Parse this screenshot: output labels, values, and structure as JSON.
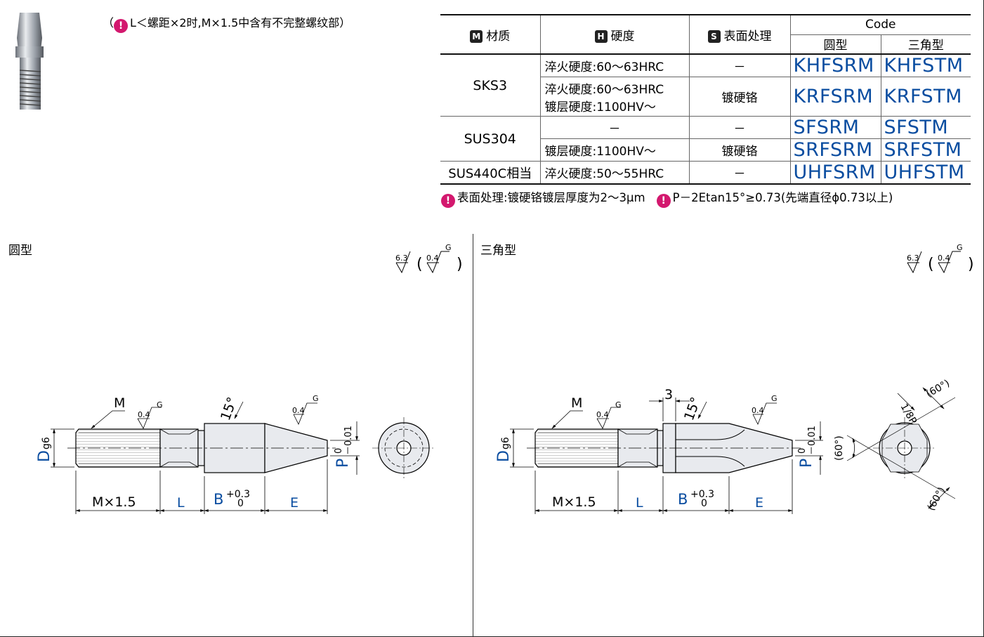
{
  "top_note": {
    "text": "（",
    "text_after": "L＜螺距×2时,M×1.5中含有不完整螺纹部）"
  },
  "table": {
    "headers": {
      "material_badge": "M",
      "material": "材质",
      "hardness_badge": "H",
      "hardness": "硬度",
      "surface_badge": "S",
      "surface": "表面处理",
      "code": "Code",
      "round": "圆型",
      "triangle": "三角型"
    },
    "rows": [
      {
        "material": "SKS3",
        "hardness": "淬火硬度:60～63HRC",
        "surface": "－",
        "code_round": "KHFSRM",
        "code_tri": "KHFSTM"
      },
      {
        "hardness_line1": "淬火硬度:60～63HRC",
        "hardness_line2": "镀层硬度:1100HV～",
        "surface": "镀硬铬",
        "code_round": "KRFSRM",
        "code_tri": "KRFSTM"
      },
      {
        "material": "SUS304",
        "hardness": "－",
        "surface": "－",
        "code_round": "SFSRM",
        "code_tri": "SFSTM"
      },
      {
        "hardness": "镀层硬度:1100HV～",
        "surface": "镀硬铬",
        "code_round": "SRFSRM",
        "code_tri": "SRFSTM"
      },
      {
        "material": "SUS440C相当",
        "hardness": "淬火硬度:50～55HRC",
        "surface": "－",
        "code_round": "UHFSRM",
        "code_tri": "UHFSTM"
      }
    ]
  },
  "bottom_notes": {
    "note1": "表面处理:镀硬铬镀层厚度为2～3μm",
    "note2": "P－2Etan15°≥0.73(先端直径ϕ0.73以上)"
  },
  "panels": {
    "left_label": "圆型",
    "right_label": "三角型"
  },
  "dims": {
    "roughness_main": "6.3",
    "roughness_paren": "0.4",
    "roughness_g": "G",
    "m": "M",
    "d": "D",
    "d_sub": "g6",
    "p": "P",
    "p_tol_top": "0",
    "p_tol_bot": "－0.01",
    "angle": "15°",
    "mx": "M×1.5",
    "l": "L",
    "b": "B",
    "b_tol_top": "+0.3",
    "b_tol_bot": "0",
    "e": "E",
    "three": "3",
    "half_p": "1/8P",
    "sixty": "(60°)"
  },
  "colors": {
    "accent_blue": "#0a4da0",
    "badge_magenta": "#d3186e"
  }
}
